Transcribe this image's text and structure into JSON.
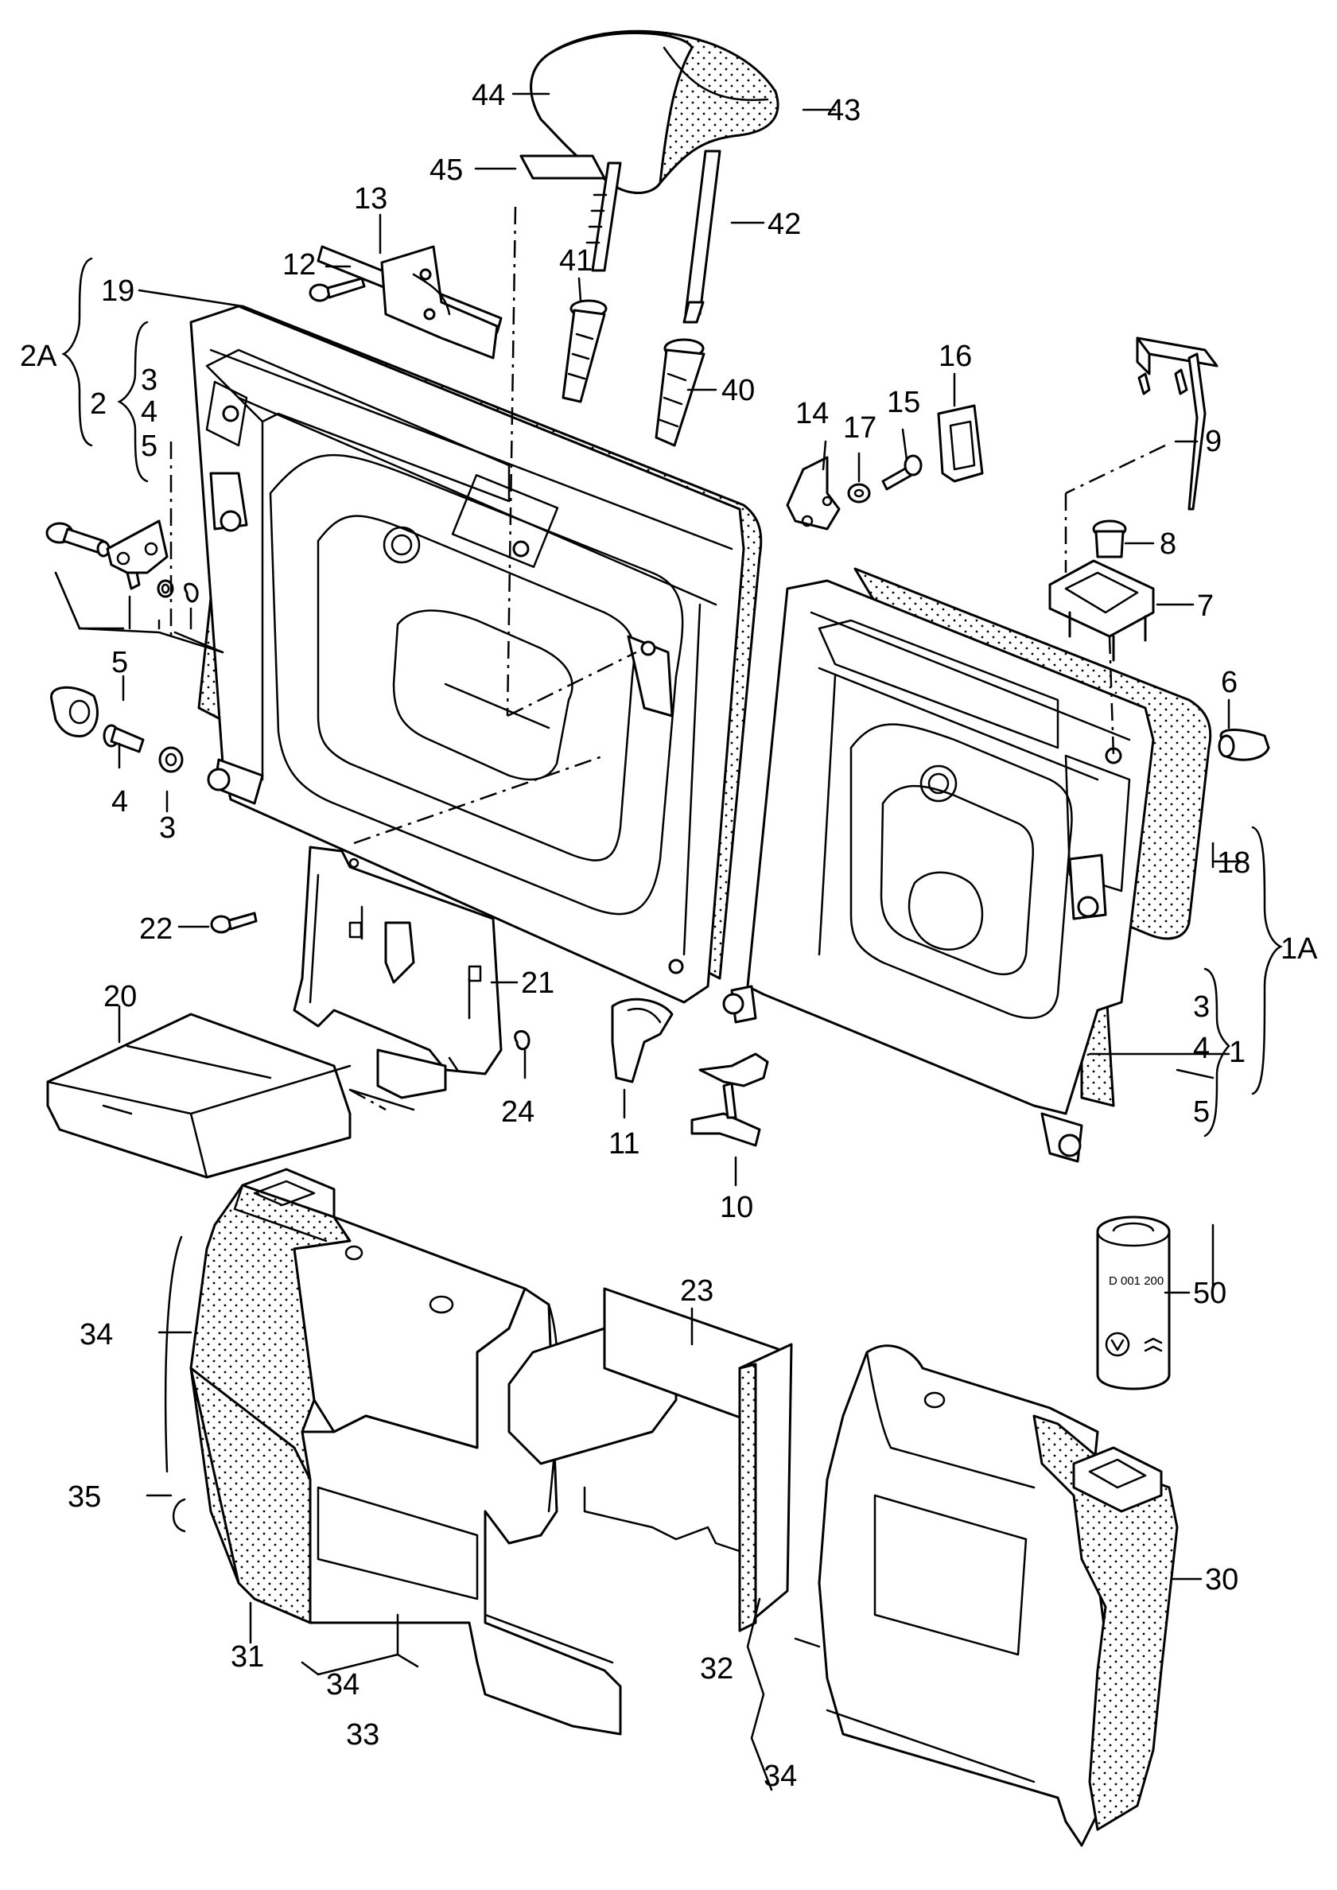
{
  "callouts": [
    "1",
    "1A",
    "2",
    "2A",
    "3",
    "4",
    "5",
    "6",
    "7",
    "8",
    "9",
    "10",
    "11",
    "12",
    "13",
    "14",
    "15",
    "16",
    "17",
    "18",
    "19",
    "20",
    "21",
    "22",
    "23",
    "24",
    "30",
    "31",
    "32",
    "33",
    "34",
    "35",
    "40",
    "41",
    "42",
    "43",
    "44",
    "45",
    "50"
  ],
  "part_marking": "D 001 200"
}
